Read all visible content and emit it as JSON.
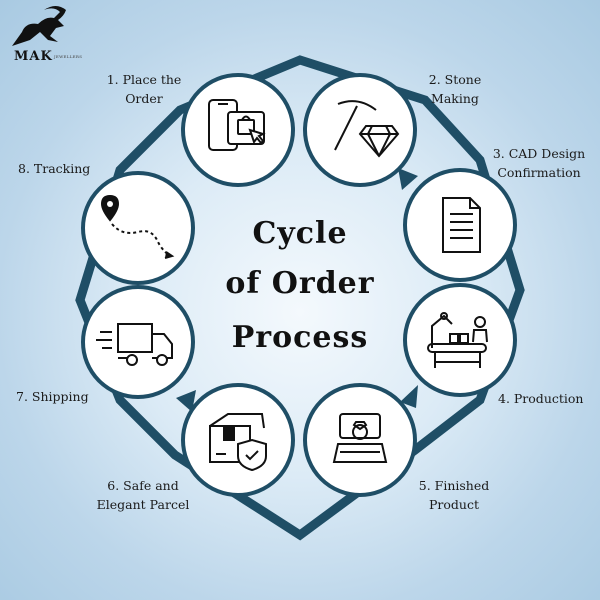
{
  "logo": {
    "brand": "MAK",
    "sub": "JEWELLERS"
  },
  "title_lines": [
    "Cycle",
    "of Order",
    "Process"
  ],
  "steps": [
    {
      "num": "1.",
      "label_line1": "1. Place the",
      "label_line2": "Order",
      "icon": "shopping-phone-icon"
    },
    {
      "num": "2.",
      "label_line1": "2. Stone",
      "label_line2": "Making",
      "icon": "pickaxe-diamond-icon"
    },
    {
      "num": "3.",
      "label_line1": "3.  CAD Design",
      "label_line2": "Confirmation",
      "icon": "document-icon"
    },
    {
      "num": "4.",
      "label_line1": "4. Production",
      "label_line2": "",
      "icon": "factory-robot-icon"
    },
    {
      "num": "5.",
      "label_line1": "5. Finished",
      "label_line2": "Product",
      "icon": "ring-box-icon"
    },
    {
      "num": "6.",
      "label_line1": "6. Safe and",
      "label_line2": "Elegant Parcel",
      "icon": "parcel-shield-icon"
    },
    {
      "num": "7.",
      "label_line1": "7. Shipping",
      "label_line2": "",
      "icon": "delivery-truck-icon"
    },
    {
      "num": "8.",
      "label_line1": "8. Tracking",
      "label_line2": "",
      "icon": "route-pin-icon"
    }
  ],
  "colors": {
    "ring": "#1f4e66",
    "node_border": "#1f4e66",
    "node_fill": "#ffffff",
    "arrow": "#2b6a89"
  }
}
